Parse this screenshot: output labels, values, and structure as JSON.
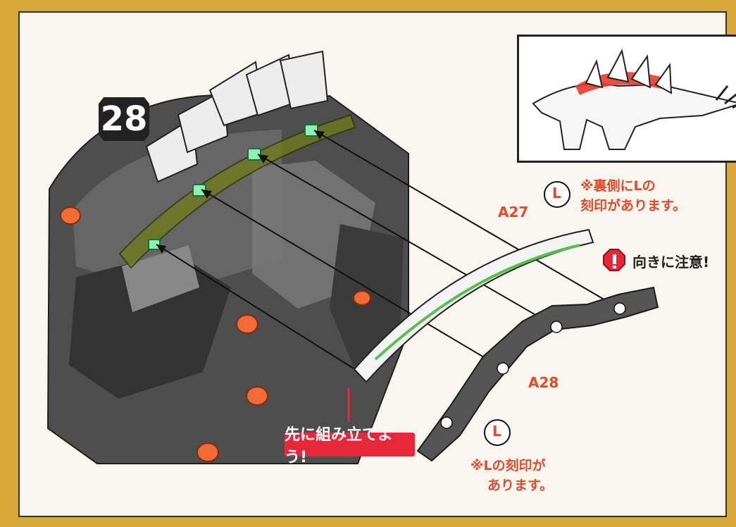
{
  "step_number": "28",
  "parts": {
    "a27": "A27",
    "a28": "A28"
  },
  "marks": {
    "l_top": "L",
    "l_bottom": "L"
  },
  "notes": {
    "back_line1": "※裏側にLの",
    "back_line2": "刻印があります。",
    "caution": "向きに注意!",
    "bottom_line1": "※Lの刻印が",
    "bottom_line2": "あります。"
  },
  "badge": "先に組み立てよう!",
  "colors": {
    "accent": "#e24a2a",
    "rail_highlight": "#6e7d18",
    "peg": "#8ff0b3"
  }
}
